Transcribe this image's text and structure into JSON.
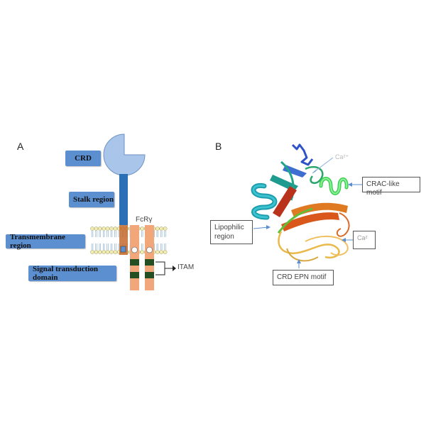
{
  "panel_a": {
    "letter": "A",
    "labels": {
      "crd": "CRD",
      "stalk": "Stalk region",
      "transmembrane": "Transmembrane region",
      "signal": "Signal transduction domain"
    },
    "fcr_label": "FcRγ",
    "itam_label": "ITAM"
  },
  "panel_b": {
    "letter": "B",
    "labels": {
      "ca_top": "Ca²⁺",
      "crac": "CRAC-like motif",
      "lipophilic": "Lipophilic region",
      "ca_right": "Ca²",
      "crd_epn": "CRD EPN motif"
    }
  },
  "colors": {
    "label_blue": "#5b8fd0",
    "crd_fill": "#a9c6ea",
    "stalk_blue": "#2b6fb6",
    "fcr_orange": "#f2a77a",
    "itam_green": "#244f22",
    "membrane_yellow": "#f3ecb0"
  }
}
